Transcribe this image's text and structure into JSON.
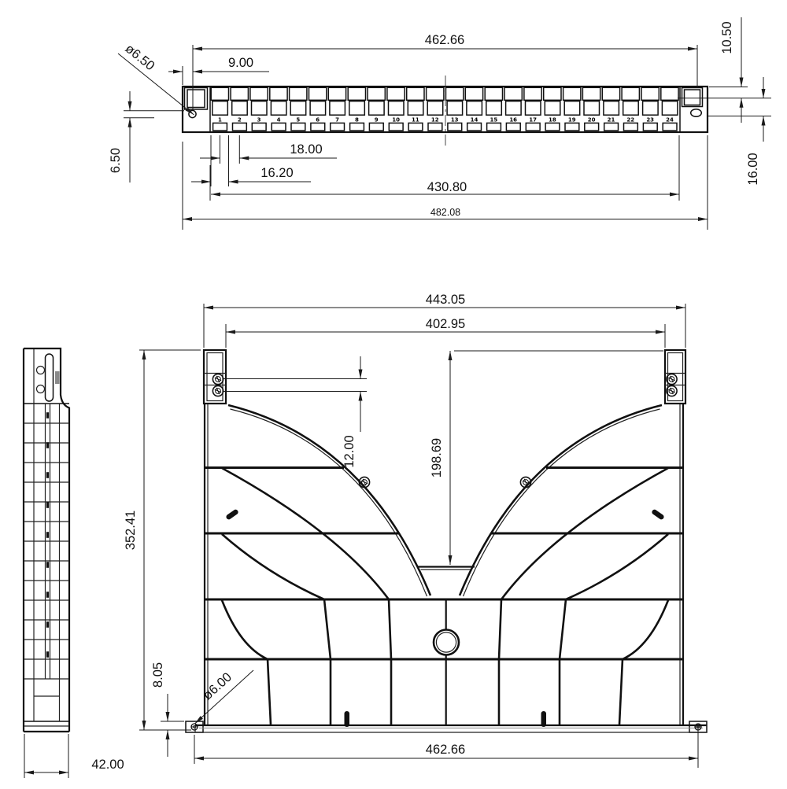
{
  "drawing": {
    "background": "#ffffff",
    "line_color": "#111111",
    "title": "24-port patch panel technical drawing"
  },
  "top_view": {
    "dims": {
      "hole_span": "462.66",
      "edge_to_hole": "9.00",
      "ear_hole_dia": "ø6.50",
      "hole_offset": "6.50",
      "port_pitch": "18.00",
      "port_opening": "16.20",
      "port_field": "430.80",
      "overall_width": "482.08",
      "flange_offset": "10.50",
      "flange_height": "16.00"
    },
    "port_numbers": [
      "1",
      "2",
      "3",
      "4",
      "5",
      "6",
      "7",
      "8",
      "9",
      "10",
      "11",
      "12",
      "13",
      "14",
      "15",
      "16",
      "17",
      "18",
      "19",
      "20",
      "21",
      "22",
      "23",
      "24"
    ]
  },
  "rear_view": {
    "dims": {
      "outer_width": "443.05",
      "inner_width": "402.95",
      "screw_pitch": "12.00",
      "center_depth": "198.69",
      "height": "352.41",
      "foot_height": "8.05",
      "foot_hole_dia": "ø6.00",
      "hole_span": "462.66"
    }
  },
  "side_view": {
    "dims": {
      "depth": "42.00"
    }
  }
}
